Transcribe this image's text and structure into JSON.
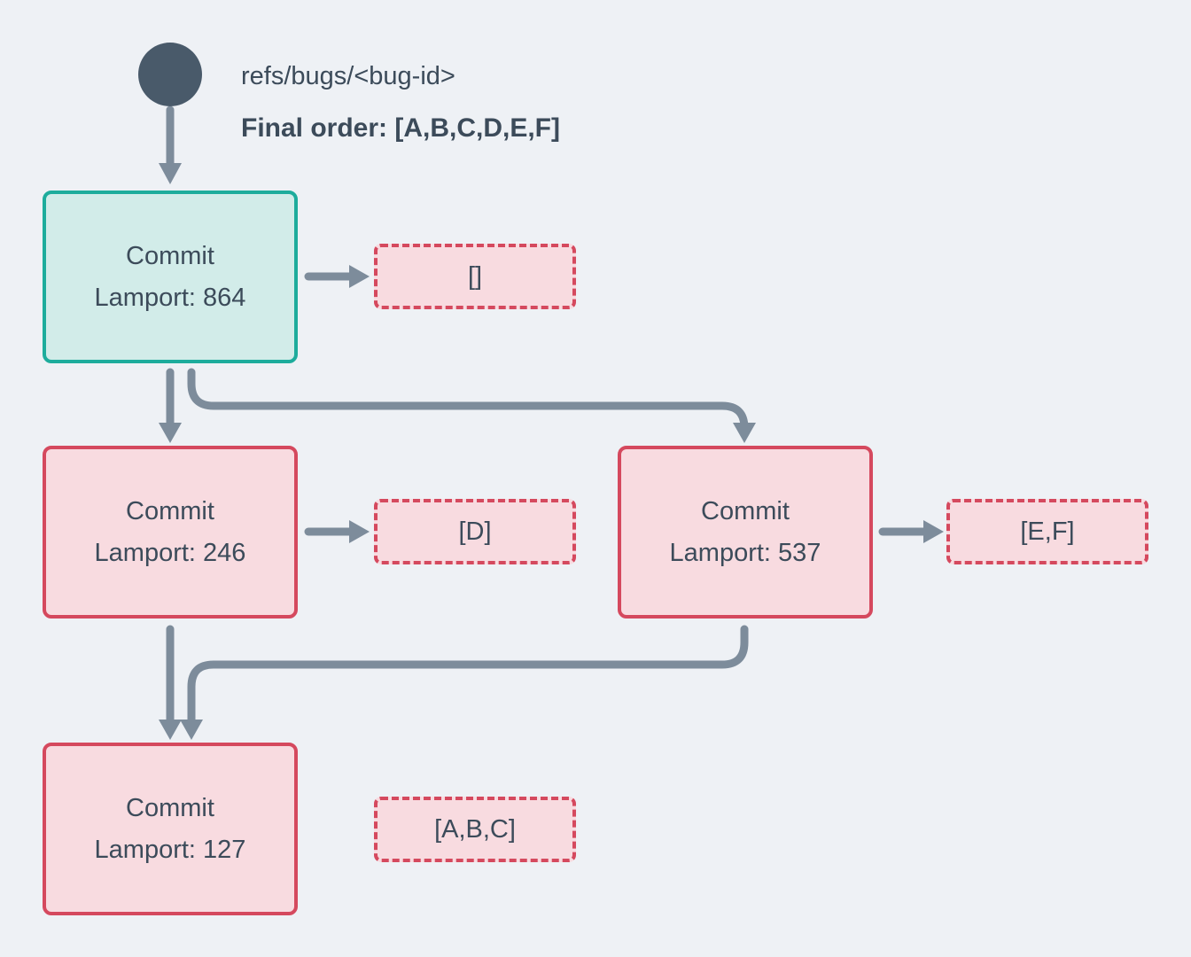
{
  "diagram": {
    "ref": {
      "label": "refs/bugs/<bug-id>",
      "final_order": "Final order: [A,B,C,D,E,F]"
    },
    "commits": [
      {
        "title": "Commit",
        "lamport": "Lamport: 864",
        "variant": "teal"
      },
      {
        "title": "Commit",
        "lamport": "Lamport: 246",
        "variant": "pink"
      },
      {
        "title": "Commit",
        "lamport": "Lamport: 537",
        "variant": "pink"
      },
      {
        "title": "Commit",
        "lamport": "Lamport: 127",
        "variant": "pink"
      }
    ],
    "payloads": [
      {
        "label": "[]"
      },
      {
        "label": "[D]"
      },
      {
        "label": "[E,F]"
      },
      {
        "label": "[A,B,C]"
      }
    ],
    "colors": {
      "background": "#eef1f5",
      "ref_node": "#495a6a",
      "arrow": "#7d8c9b",
      "teal_border": "#1dac9c",
      "teal_fill": "#d2ece9",
      "red_border": "#d5495e",
      "red_fill": "#f8dbe0",
      "text": "#3c4b5a"
    }
  }
}
